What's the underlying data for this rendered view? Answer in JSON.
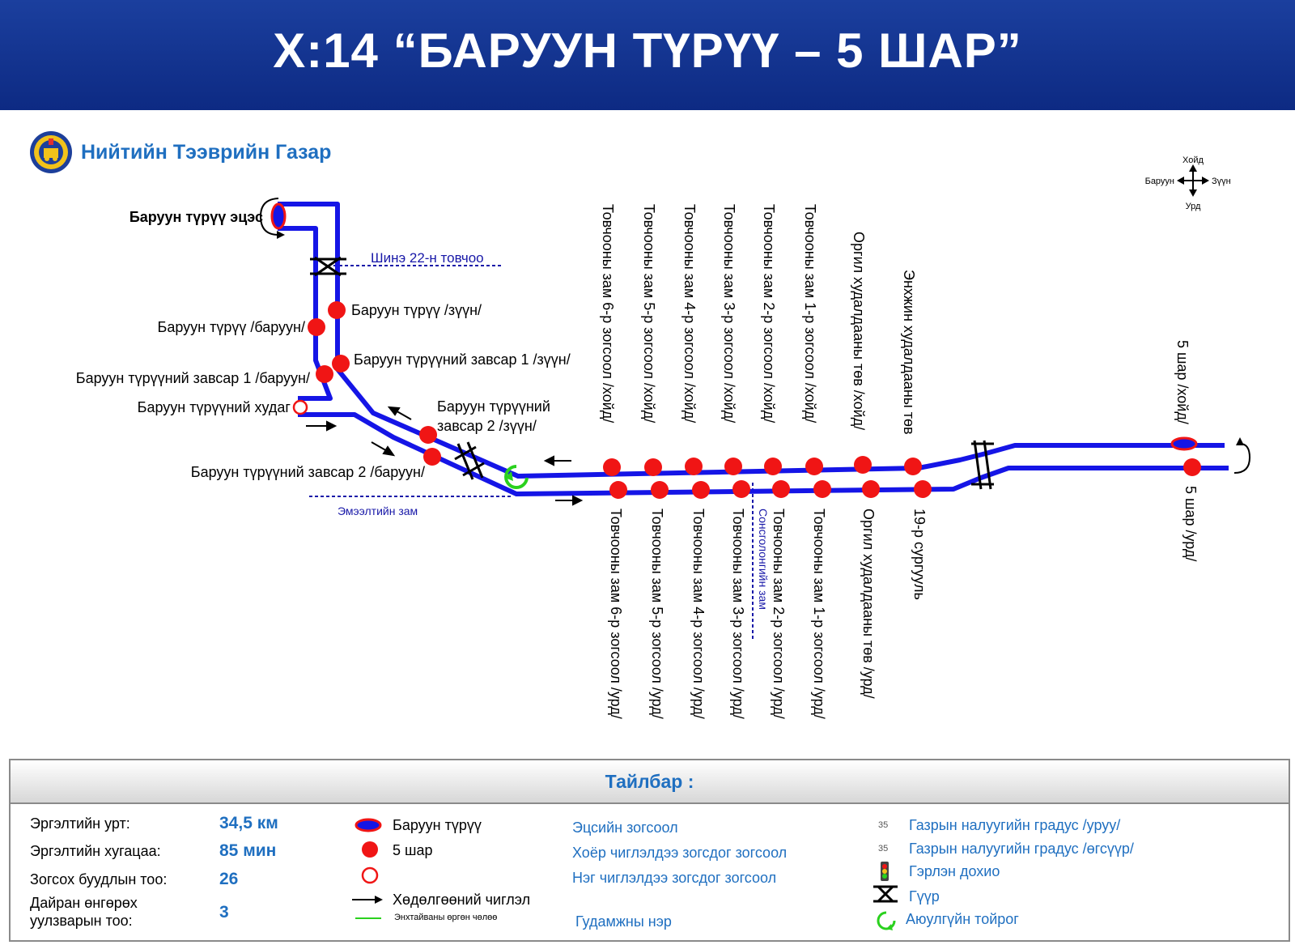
{
  "title": "Х:14 “БАРУУН ТҮРҮҮ – 5 ШАР”",
  "agency": "Нийтийн Тээврийн Газар",
  "compass": {
    "north": "Хойд",
    "south": "Урд",
    "west": "Баруун",
    "east": "Зүүн"
  },
  "roads": {
    "shine22": "Шинэ 22-н товчоо",
    "emeelt": "Эмээлтийн зам",
    "sonsgolon": "Сонсголонгийн зам"
  },
  "stops": {
    "terminal_west": "Баруун түрүү эцэс",
    "baruun_turuu_east": "Баруун түрүү /зүүн/",
    "baruun_turuu_west": "Баруун түрүү /баруун/",
    "zavsar1_east": "Баруун түрүүний завсар 1 /зүүн/",
    "zavsar1_west": "Баруун түрүүний завсар 1 /баруун/",
    "khudag": "Баруун түрүүний худаг",
    "zavsar2_east_line1": "Баруун түрүүний",
    "zavsar2_east_line2": "завсар 2 /зүүн/",
    "zavsar2_west": "Баруун түрүүний завсар 2 /баруун/",
    "tovch6_north": "Товчооны зам 6-р зогсоол /хойд/",
    "tovch5_north": "Товчооны зам 5-р зогсоол /хойд/",
    "tovch4_north": "Товчооны зам 4-р зогсоол /хойд/",
    "tovch3_north": "Товчооны зам 3-р зогсоол /хойд/",
    "tovch2_north": "Товчооны зам 2-р зогсоол /хойд/",
    "tovch1_north": "Товчооны зам 1-р зогсоол /хойд/",
    "orgil_north": "Оргил худалдааны төв /хойд/",
    "enkhjin": "Энхжин худалдааны төв",
    "tovch6_south": "Товчооны зам 6-р зогсоол /урд/",
    "tovch5_south": "Товчооны зам 5-р зогсоол /урд/",
    "tovch4_south": "Товчооны зам 4-р зогсоол /урд/",
    "tovch3_south": "Товчооны зам 3-р зогсоол /урд/",
    "tovch2_south": "Товчооны зам 2-р зогсоол /урд/",
    "tovch1_south": "Товчооны зам 1-р зогсоол /урд/",
    "orgil_south": "Оргил худалдааны төв /урд/",
    "school19": "19-р сургууль",
    "shar5_north": "5 шар /хойд/",
    "shar5_south": "5 шар /урд/"
  },
  "legend": {
    "heading": "Тайлбар :",
    "stats": [
      {
        "label": "Эргэлтийн урт:",
        "value": "34,5 км"
      },
      {
        "label": "Эргэлтийн хугацаа:",
        "value": "85 мин"
      },
      {
        "label": "Зогсох буудлын тоо:",
        "value": "26"
      },
      {
        "label_line1": "Дайран өнгөрөх",
        "label_line2": "уулзварын тоо:",
        "value": "3"
      }
    ],
    "terminal_west": "Баруун түрүү",
    "terminal_east": "5 шар",
    "direction": "Хөдөлгөөний чиглэл",
    "green_path": "Энхтайваны өргөн чөлөө",
    "end_stop": "Эцсийн зогсоол",
    "two_way_stop": "Хоёр чиглэлдээ зогсдог зогсоол",
    "one_way_stop": "Нэг чиглэлдээ зогсдог зогсоол",
    "street_name": "Гудамжны нэр",
    "slope_symbol": "35",
    "slope_up": "Газрын налуугийн градус /уруу/",
    "slope_down": "Газрын налуугийн градус /өгсүүр/",
    "traffic_light": "Гэрлэн дохио",
    "bridge": "Гүүр",
    "roundabout": "Аюулгүйн тойрог"
  },
  "colors": {
    "route": "#1515e6",
    "stop": "#f01515",
    "banner": "#0d2a83",
    "accent_text": "#1f6fc0",
    "street_dash": "#1818a8",
    "roundabout": "#2ad11e"
  },
  "icons": [
    "agency-emblem-icon",
    "compass-icon",
    "bridge-icon",
    "roundabout-icon",
    "direction-arrow-icon",
    "traffic-light-icon"
  ]
}
